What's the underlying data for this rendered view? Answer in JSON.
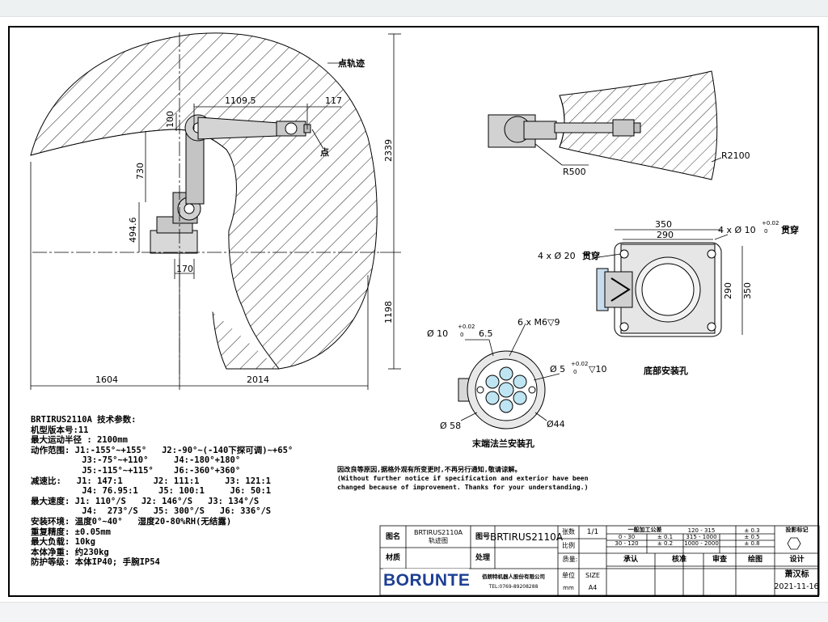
{
  "annotations": {
    "point_trajectory": "点轨迹",
    "point": "点",
    "dim_1109_5": "1109.5",
    "dim_117": "117",
    "dim_100": "100",
    "dim_730": "730",
    "dim_494_6": "494.6",
    "dim_170": "170",
    "dim_2339": "2339",
    "dim_1198": "1198",
    "dim_1604": "1604",
    "dim_2014": "2014",
    "r500": "R500",
    "r2100": "R2100",
    "dim_350": "350",
    "dim_290": "290",
    "dim_290_v": "290",
    "dim_350_v": "350",
    "holes_4x10": "4 x Ø 10",
    "tol_002": "+0.02",
    "tol_0": "0",
    "through_1": "贯穿",
    "holes_4x20": "4 x Ø 20",
    "through_2": "贯穿",
    "base_holes": "底部安装孔",
    "d10_depth": "Ø 10",
    "depth_6_5": "6.5",
    "m6": "6 x M6▽9",
    "d5": "Ø 5",
    "depth_10": "▽10",
    "d58": "Ø 58",
    "d44": "Ø44",
    "flange_holes": "末端法兰安装孔"
  },
  "params": [
    "BRTIRUS2110A 技术参数:",
    "机型版本号:11",
    "最大运动半径 : 2100mm",
    "动作范围: J1:-155°~+155°   J2:-90°~(-140下探可调)~+65°",
    "          J3:-75°~+110°     J4:-180°+180°",
    "          J5:-115°~+115°    J6:-360°+360°",
    "减速比:   J1: 147:1      J2: 111:1     J3: 121:1",
    "          J4: 76.95:1    J5: 100:1     J6: 50:1",
    "最大速度: J1: 110°/S   J2: 146°/S   J3: 134°/S",
    "          J4:  273°/S   J5: 300°/S   J6: 336°/S",
    "安装环境: 温度0°~40°   湿度20-80%RH(无结露)",
    "重复精度: ±0.05mm",
    "最大负载: 10kg",
    "本体净重: 约230kg",
    "防护等级: 本体IP40; 手腕IP54"
  ],
  "notice": {
    "cn": "因改良等原因,据格外观有所变更时,不再另行通知,敬请谅解。",
    "en1": "(Without further notice if specification and exterior have been",
    "en2": "changed because of improvement. Thanks for your understanding.)"
  },
  "title_block": {
    "name_label": "图名",
    "name_value_1": "BRTIRUS2110A",
    "name_value_2": "轨迹图",
    "drawing_no_label": "图号",
    "drawing_no_value": "BRTIRUS2110A",
    "count_label": "张数",
    "count_value": "1/1",
    "scale_label": "比例",
    "quality_label": "质量:",
    "material_label": "材质",
    "treatment_label": "处理",
    "tol_header": "一般加工公差",
    "tol_r1_a": "0 - 30",
    "tol_r1_b": "± 0.1",
    "tol_r2_a": "30 - 120",
    "tol_r2_b": "± 0.2",
    "tol_r1_c": "120 - 315",
    "tol_r1_d": "± 0.3",
    "tol_r2_c": "315 - 1000",
    "tol_r2_d": "± 0.5",
    "tol_r3_c": "1000 - 2000",
    "tol_r3_d": "± 0.8",
    "proj_label": "投影标记",
    "unit_label": "单位",
    "unit_value": "mm",
    "size_label": "SIZE",
    "size_value": "A4",
    "approve": "承认",
    "check": "核准",
    "review": "审查",
    "draw": "绘图",
    "design": "设计",
    "designer": "萧汉标",
    "date": "2021-11-16",
    "company": "佰朗特机器人股份有限公司",
    "tel": "TEL:0769-89208288",
    "logo": "BORUNTE"
  },
  "colors": {
    "hatch": "#000000",
    "logo": "#1d3f93",
    "robot_fill": "#cfcfcf"
  }
}
